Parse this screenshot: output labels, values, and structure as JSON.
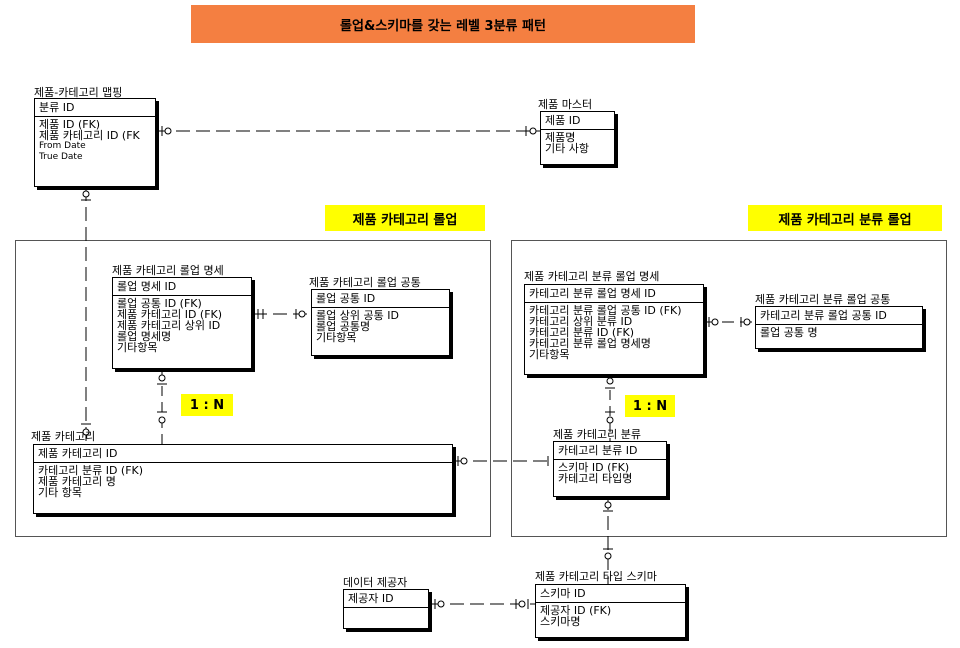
{
  "title": "롤업&스키마를 갖는 레벨 3분류 패턴",
  "groups": {
    "rollup": "제품 카테고리 롤업",
    "class_rollup": "제품 카테고리 분류 롤업"
  },
  "ratios": [
    "1 : N",
    "1 : N"
  ],
  "entities": {
    "mapping": {
      "name": "제품-카테고리 맵핑",
      "key": "분류 ID",
      "attrs": [
        "제품 ID (FK)",
        "제품 카테고리 ID (FK",
        "From Date",
        "True Date"
      ]
    },
    "master": {
      "name": "제품 마스터",
      "key": "제품 ID",
      "attrs": [
        "제품명",
        "기타 사항"
      ]
    },
    "rollup_detail": {
      "name": "제품 카테고리 롤업 명세",
      "key": "롤업 명세 ID",
      "attrs": [
        "롤업 공통 ID (FK)",
        "제품 카테고리 ID (FK)",
        "제품 카테고리 상위 ID",
        "롤업 명세명",
        "기타항목"
      ]
    },
    "rollup_common": {
      "name": "제품 카테고리 롤업 공통",
      "key": "롤업 공통 ID",
      "attrs": [
        "롤업 상위 공통 ID",
        "롤업 공통명",
        "기타항목"
      ]
    },
    "category": {
      "name": "제품 카테고리",
      "key": "제품 카테고리 ID",
      "attrs": [
        "카테고리 분류 ID (FK)",
        "제품 카테고리 명",
        "기타 항목"
      ]
    },
    "class_detail": {
      "name": "제품 카테고리 분류 롤업 명세",
      "key": "카테고리 분류 롤업 명세 ID",
      "attrs": [
        "카테고리 분류 롤업 공통 ID (FK)",
        "카테고리 상위 분류 ID",
        "카테고리 분류 ID (FK)",
        "카테고리 분류 롤업 명세명",
        "기타항목"
      ]
    },
    "class_common": {
      "name": "제품 카테고리 분류 롤업 공통",
      "key": "카테고리 분류 롤업 공통 ID",
      "attrs": [
        "롤업 공통 명"
      ]
    },
    "class": {
      "name": "제품 카테고리 분류",
      "key": "카테고리 분류 ID",
      "attrs": [
        "스키마 ID (FK)",
        "카테고리 타입명"
      ]
    },
    "provider": {
      "name": "데이터 제공자",
      "key": "제공자 ID",
      "attrs": []
    },
    "schema": {
      "name": "제품 카테고리 타입 스키마",
      "key": "스키마 ID",
      "attrs": [
        "제공자 ID (FK)",
        "스키마명"
      ]
    }
  }
}
